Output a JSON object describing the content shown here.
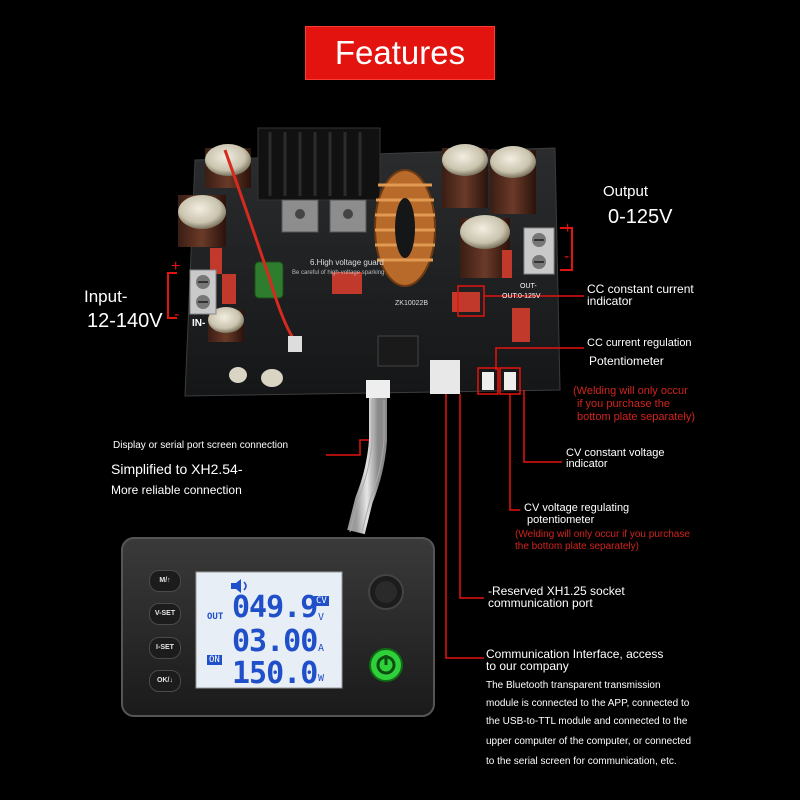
{
  "banner": {
    "title": "Features"
  },
  "board": {
    "model": "ZK10022B",
    "warning_title": "6.High voltage guard",
    "warning_text": "Be careful of high-voltage sparking",
    "out_marking": "OUT:0-125V",
    "out_minus": "OUT-",
    "in_minus": "IN-"
  },
  "labels": {
    "output_title": "Output",
    "output_range": "0-125V",
    "input_title": "Input-",
    "input_range": "12-140V",
    "plus": "+",
    "minus": "-",
    "cc_indicator_1": "CC constant current",
    "cc_indicator_2": "indicator",
    "cc_pot_1": "CC current regulation",
    "cc_pot_2": "Potentiometer",
    "weld_note_1a": "(Welding will only occur",
    "weld_note_1b": "if you purchase the",
    "weld_note_1c": "bottom plate separately)",
    "cv_indicator_1": "CV constant voltage",
    "cv_indicator_2": "indicator",
    "cv_pot_1": "CV voltage regulating",
    "cv_pot_2": "potentiometer",
    "weld_note_2a": "(Welding will only occur if you purchase",
    "weld_note_2b": "the bottom plate separately)",
    "display_conn": "Display or serial port screen connection",
    "simplified": "Simplified to XH2.54-",
    "reliable": "More reliable connection",
    "reserved_1": "-Reserved XH1.25 socket",
    "reserved_2": "communication port",
    "comm_1": "Communication Interface, access",
    "comm_2": "to our company",
    "comm_desc_1": "The Bluetooth transparent transmission",
    "comm_desc_2": "module is connected to the APP, connected to",
    "comm_desc_3": "the USB-to-TTL module and connected to the",
    "comm_desc_4": "upper computer of the computer, or connected",
    "comm_desc_5": "to the serial screen for communication, etc."
  },
  "display": {
    "buttons": [
      "M/↑",
      "V-SET",
      "I-SET",
      "OK/↓"
    ],
    "voltage": "049.9",
    "current": "03.00",
    "power": "150.0",
    "mode_badge": "CV",
    "out_label": "OUT",
    "on_badge": "ON",
    "unit_v": "V",
    "unit_a": "A",
    "unit_w": "W"
  },
  "colors": {
    "accent_red": "#e3140f",
    "note_red": "#d2231d",
    "lcd_bg": "#e8eef5",
    "lcd_blue": "#1f4fc9",
    "power_green": "#2fd03a"
  }
}
